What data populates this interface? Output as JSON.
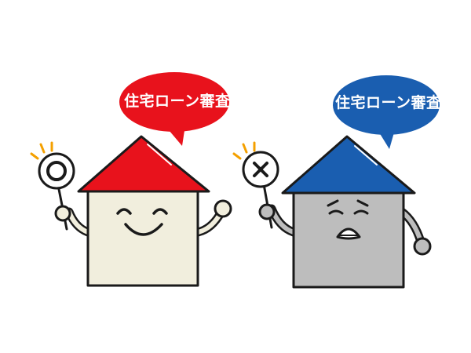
{
  "left_house": {
    "bubble_text": "住宅ローン審査",
    "sign": "circle",
    "roof_color": "#E8121C",
    "wall_color": "#F1EEDD",
    "mood": "smiling"
  },
  "right_house": {
    "bubble_text": "住宅ローン審査",
    "sign": "cross",
    "roof_color": "#1A5EB0",
    "wall_color": "#BDBDBD",
    "mood": "worried"
  },
  "accent_color": "#F4A000"
}
